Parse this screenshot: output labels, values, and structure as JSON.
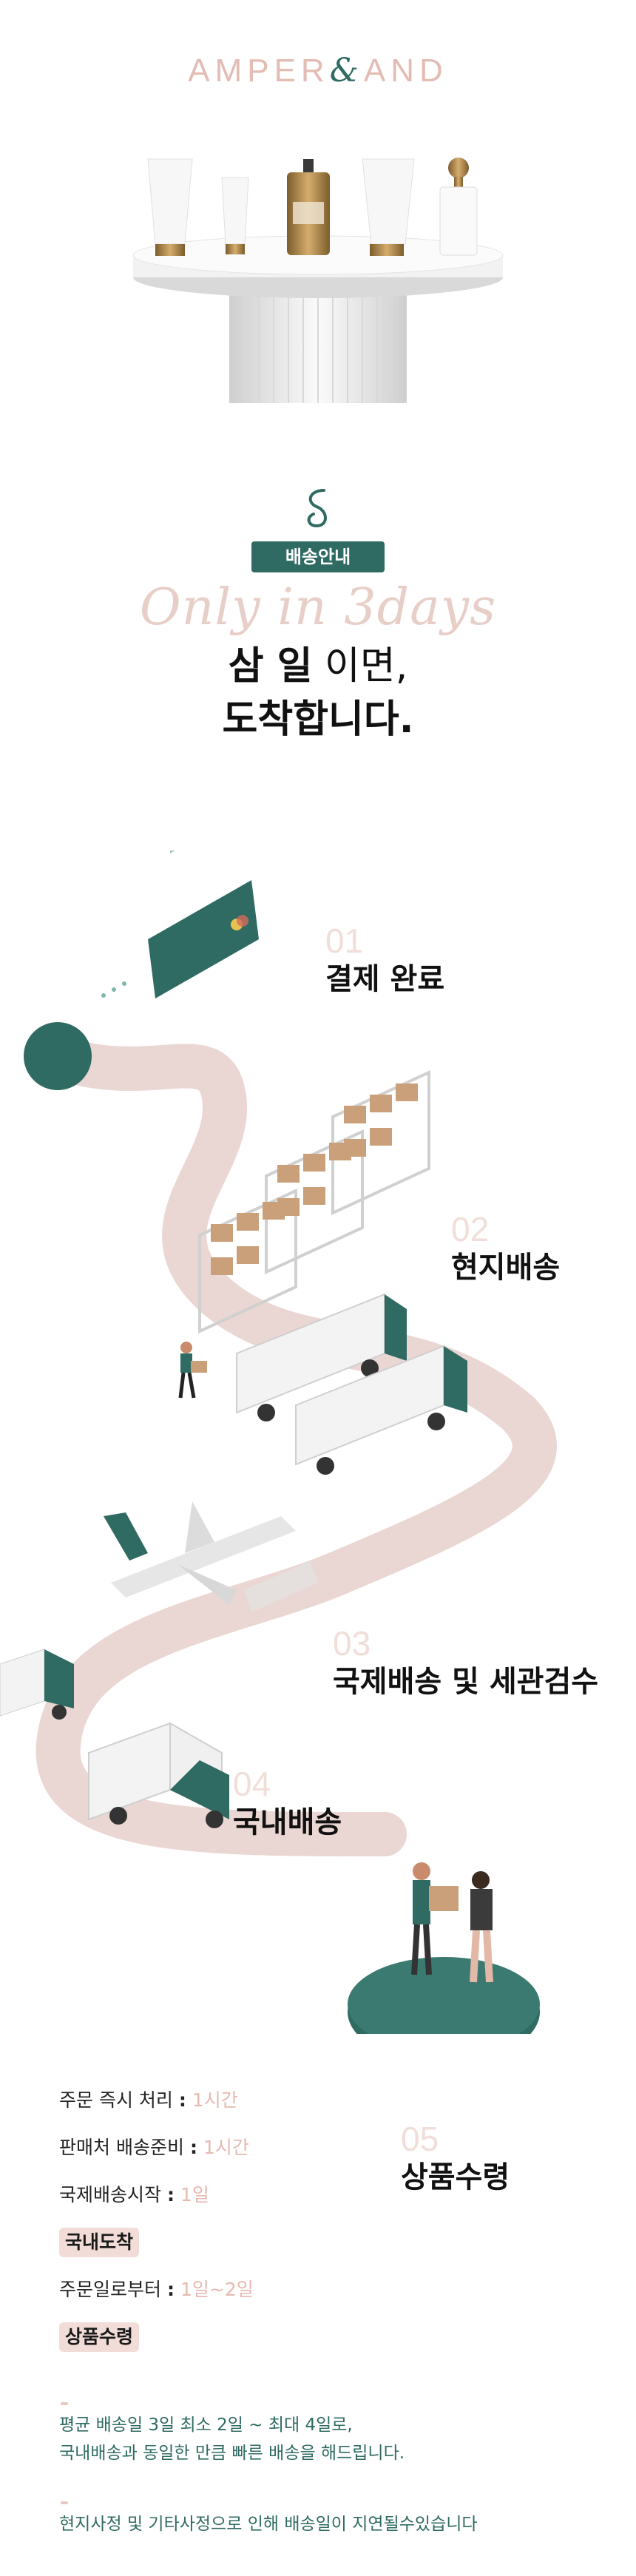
{
  "brand": {
    "name_prefix": "AMPER",
    "name_amp": "&",
    "name_suffix": "AND"
  },
  "intro": {
    "badge": "배송안내",
    "script_title": "Only in 3days",
    "headline_line1_bold": "삼 일",
    "headline_line1_rest": " 이면,",
    "headline_line2": "도착합니다."
  },
  "steps": [
    {
      "num": "01",
      "title": "결제 완료"
    },
    {
      "num": "02",
      "title": "현지배송"
    },
    {
      "num": "03",
      "title": "국제배송 및 세관검수"
    },
    {
      "num": "04",
      "title": "국내배송"
    },
    {
      "num": "05",
      "title": "상품수령"
    }
  ],
  "schedule": [
    {
      "label": "주문 즉시 처리",
      "value": "1시간"
    },
    {
      "label": "판매처 배송준비",
      "value": "1시간"
    },
    {
      "label": "국제배송시작",
      "value": "1일"
    },
    {
      "label": "국내도착",
      "value": ""
    },
    {
      "label": "주문일로부터",
      "value": "1일~2일"
    },
    {
      "label": "상품수령",
      "value": ""
    }
  ],
  "notes": {
    "line1": "평균 배송일 3일 최소 2일 ~ 최대 4일로,",
    "line2": "국내배송과 동일한 만큼 빠른 배송을 해드립니다.",
    "line3": "현지사정 및 기타사정으로 인해 배송일이 지연될수있습니다"
  },
  "colors": {
    "green": "#2f6b62",
    "pink_road": "#ead6d3",
    "pink_text": "#e6b9b1",
    "number_pink": "#f1ded9"
  },
  "icons": [
    "ampersand-logo",
    "product-pedestal",
    "credit-card-icon",
    "warehouse-shelves",
    "delivery-truck",
    "airplane",
    "delivery-person"
  ]
}
